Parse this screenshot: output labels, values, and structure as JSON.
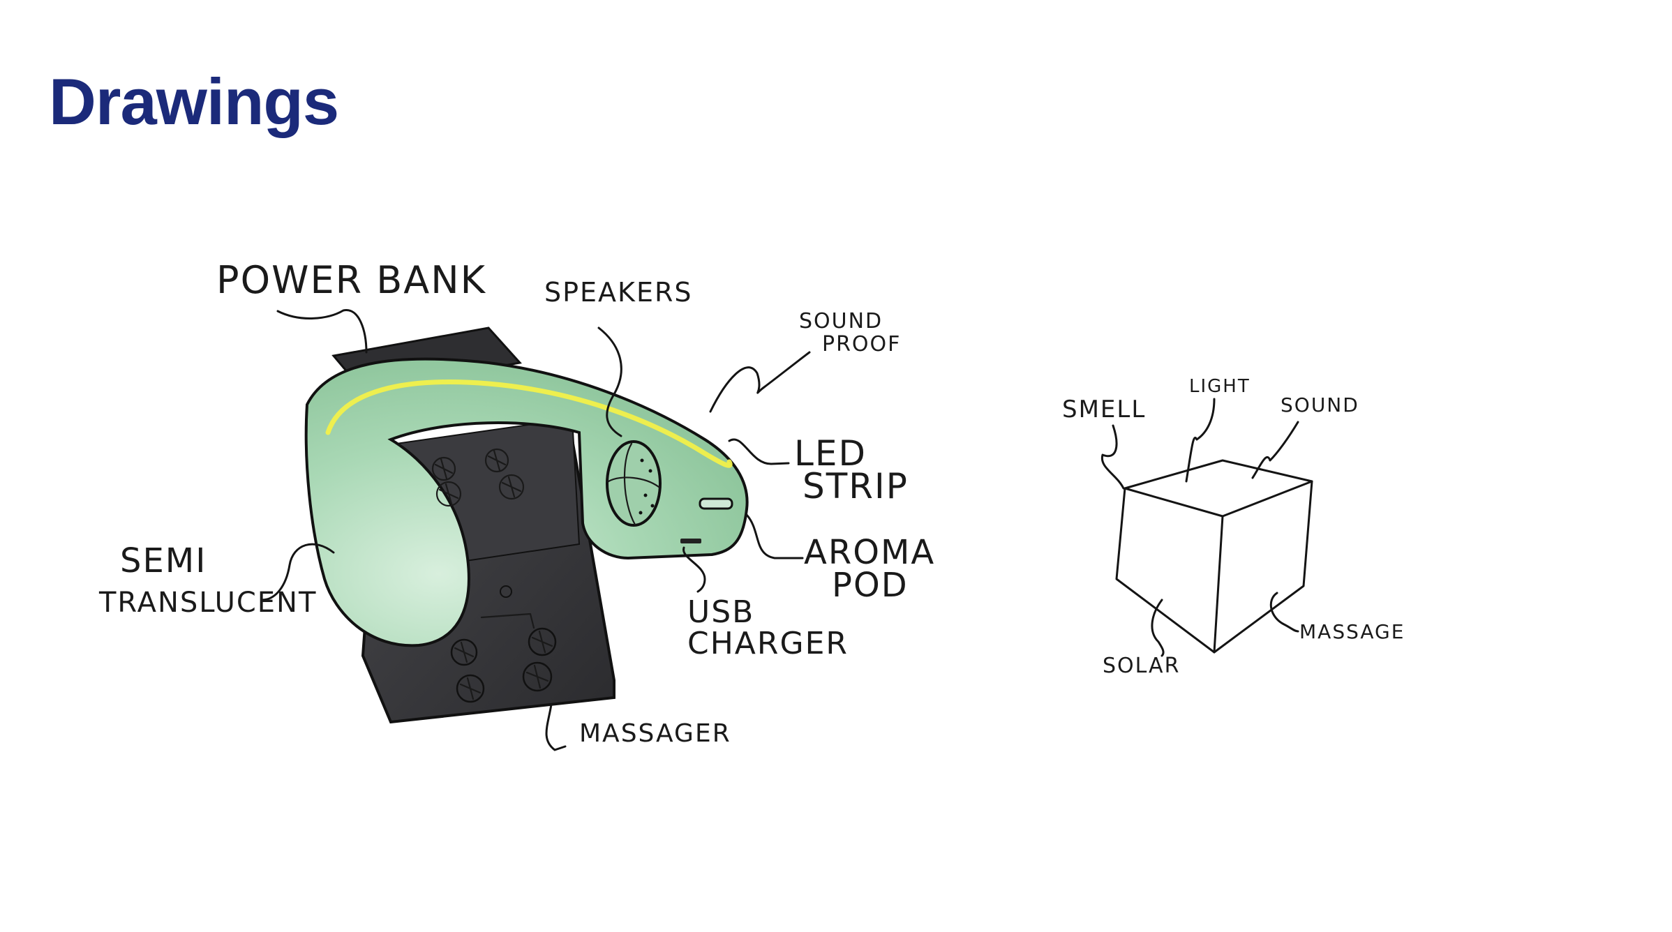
{
  "slide": {
    "title": "Drawings"
  },
  "device_sketch": {
    "labels": {
      "power_bank": "POWER BANK",
      "speakers": "SPEAKERS",
      "sound": "SOUND",
      "proof": "PROOF",
      "led": "LED",
      "strip": "STRIP",
      "aroma": "AROMA",
      "pod": "POD",
      "usb": "USB",
      "charger": "CHARGER",
      "semi": "SEMI",
      "translucent": "TRANSLUCENT",
      "massager": "MASSAGER"
    },
    "colors": {
      "shell": "#a6d6b2",
      "shell_light": "#cfead6",
      "led_strip": "#f2f04a",
      "dark_body": "#3a3a3d"
    }
  },
  "cube_sketch": {
    "labels": {
      "smell": "SMELL",
      "light": "LIGHT",
      "sound": "SOUND",
      "solar": "SOLAR",
      "massage": "MASSAGE"
    }
  }
}
